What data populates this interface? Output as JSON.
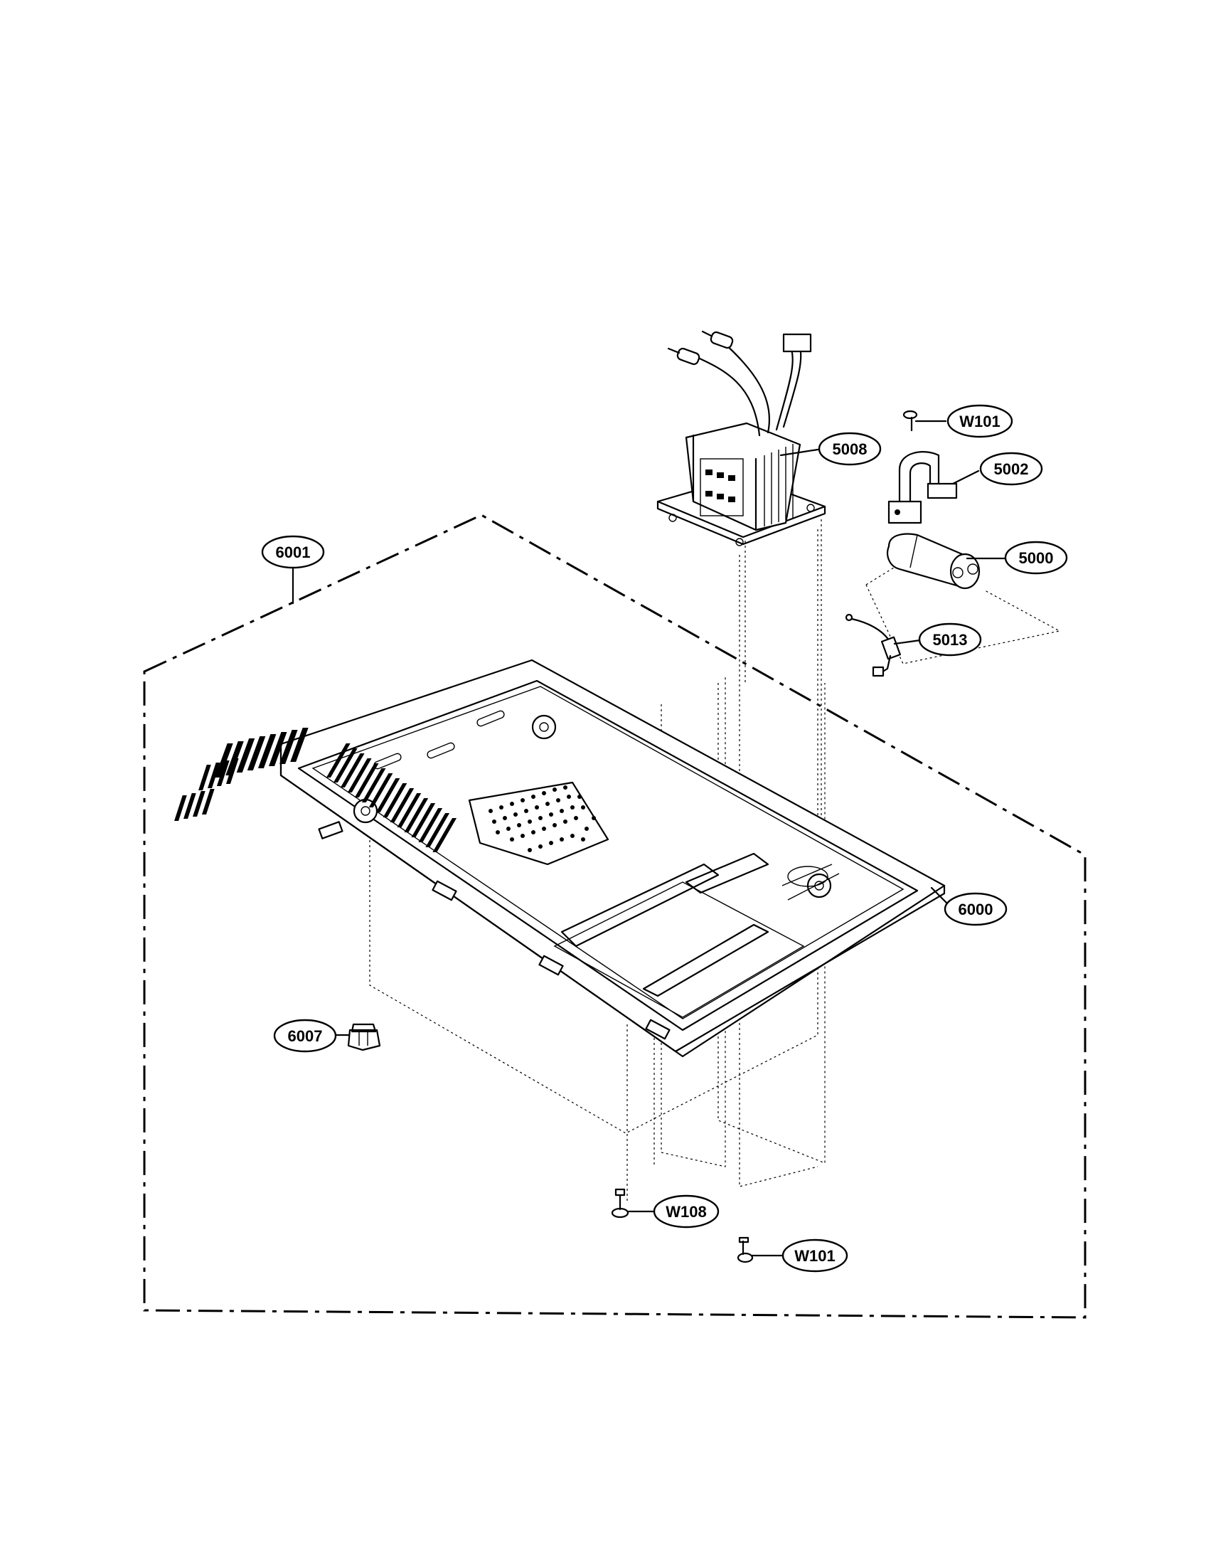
{
  "callouts": [
    {
      "id": "c6001",
      "label": "6001"
    },
    {
      "id": "c5008",
      "label": "5008"
    },
    {
      "id": "cW101a",
      "label": "W101"
    },
    {
      "id": "c5002",
      "label": "5002"
    },
    {
      "id": "c5000",
      "label": "5000"
    },
    {
      "id": "c5013",
      "label": "5013"
    },
    {
      "id": "c6000",
      "label": "6000"
    },
    {
      "id": "c6007",
      "label": "6007"
    },
    {
      "id": "cW108",
      "label": "W108"
    },
    {
      "id": "cW101b",
      "label": "W101"
    }
  ]
}
